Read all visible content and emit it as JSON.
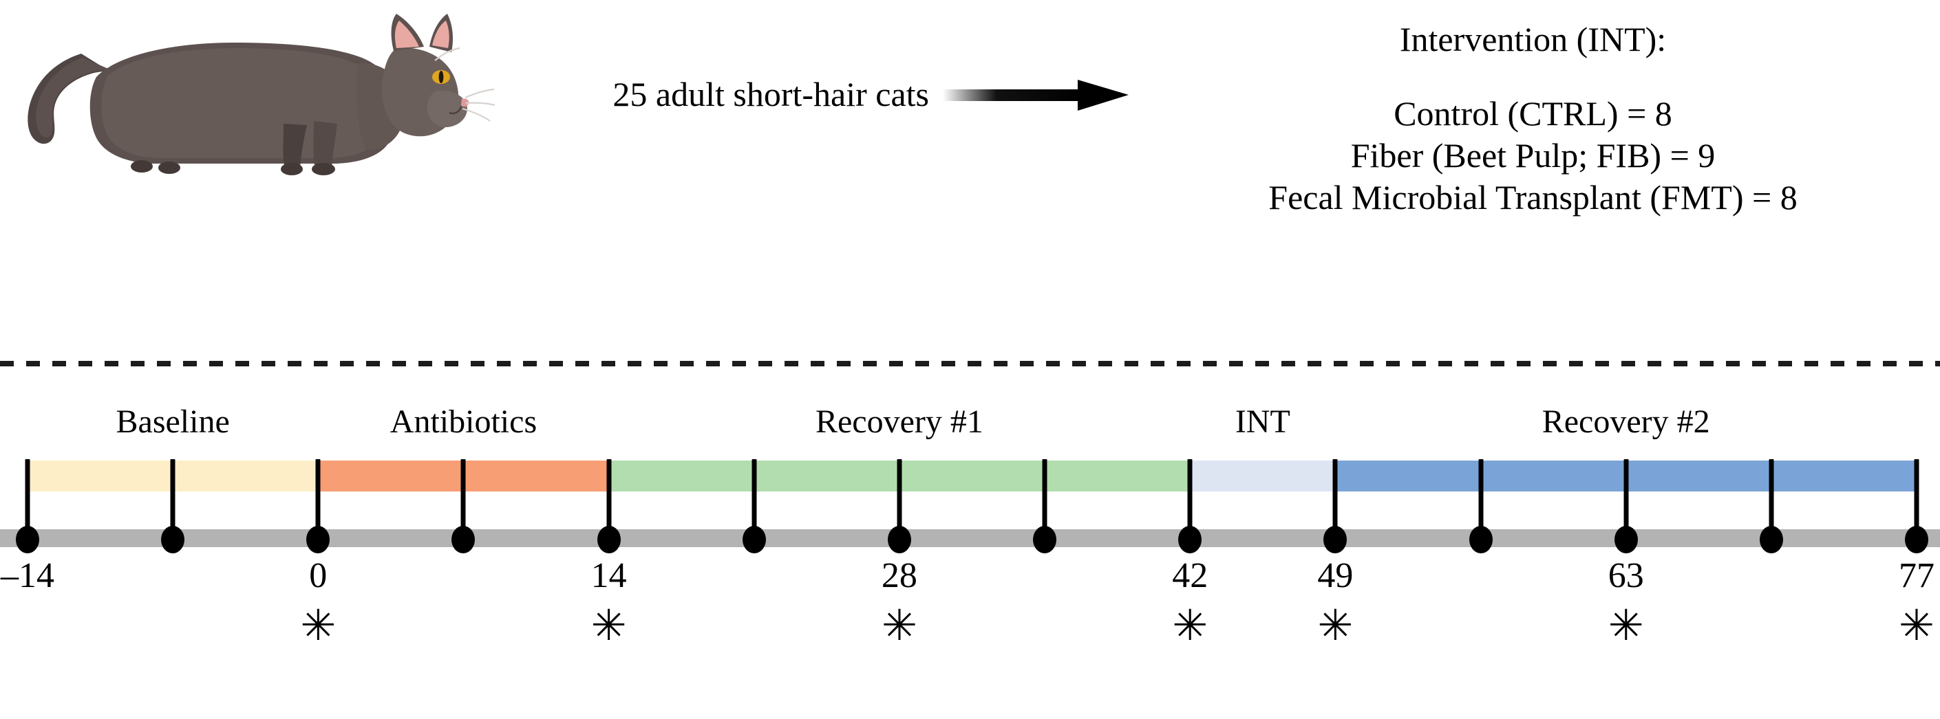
{
  "study": {
    "cohort_text": "25 adult short-hair cats",
    "cat_icon": "cat-illustration",
    "arrow_icon": "right-arrow-icon"
  },
  "intervention": {
    "title": "Intervention (INT):",
    "groups": [
      "Control (CTRL) = 8",
      "Fiber (Beet Pulp; FIB) = 9",
      "Fecal Microbial Transplant (FMT) = 8"
    ]
  },
  "timeline": {
    "axis_color": "#b3b3b3",
    "phases": [
      {
        "label": "Baseline",
        "start": -14,
        "end": 0,
        "color": "#fdeec8"
      },
      {
        "label": "Antibiotics",
        "start": 0,
        "end": 14,
        "color": "#f79e74"
      },
      {
        "label": "Recovery #1",
        "start": 14,
        "end": 42,
        "color": "#b2ddae"
      },
      {
        "label": "INT",
        "start": 42,
        "end": 49,
        "color": "#dde5f3"
      },
      {
        "label": "Recovery #2",
        "start": 49,
        "end": 77,
        "color": "#7aa4d7"
      }
    ],
    "ticks": [
      {
        "day": -14,
        "label": "–14",
        "asterisk": ""
      },
      {
        "day": -7,
        "label": "",
        "asterisk": ""
      },
      {
        "day": 0,
        "label": "0",
        "asterisk": "✳"
      },
      {
        "day": 7,
        "label": "",
        "asterisk": ""
      },
      {
        "day": 14,
        "label": "14",
        "asterisk": "✳"
      },
      {
        "day": 21,
        "label": "",
        "asterisk": ""
      },
      {
        "day": 28,
        "label": "28",
        "asterisk": "✳"
      },
      {
        "day": 35,
        "label": "",
        "asterisk": ""
      },
      {
        "day": 42,
        "label": "42",
        "asterisk": "✳"
      },
      {
        "day": 49,
        "label": "49",
        "asterisk": "✳"
      },
      {
        "day": 56,
        "label": "",
        "asterisk": ""
      },
      {
        "day": 63,
        "label": "63",
        "asterisk": "✳"
      },
      {
        "day": 70,
        "label": "",
        "asterisk": ""
      },
      {
        "day": 77,
        "label": "77",
        "asterisk": "✳"
      }
    ],
    "axis_range": [
      -14,
      77
    ]
  }
}
